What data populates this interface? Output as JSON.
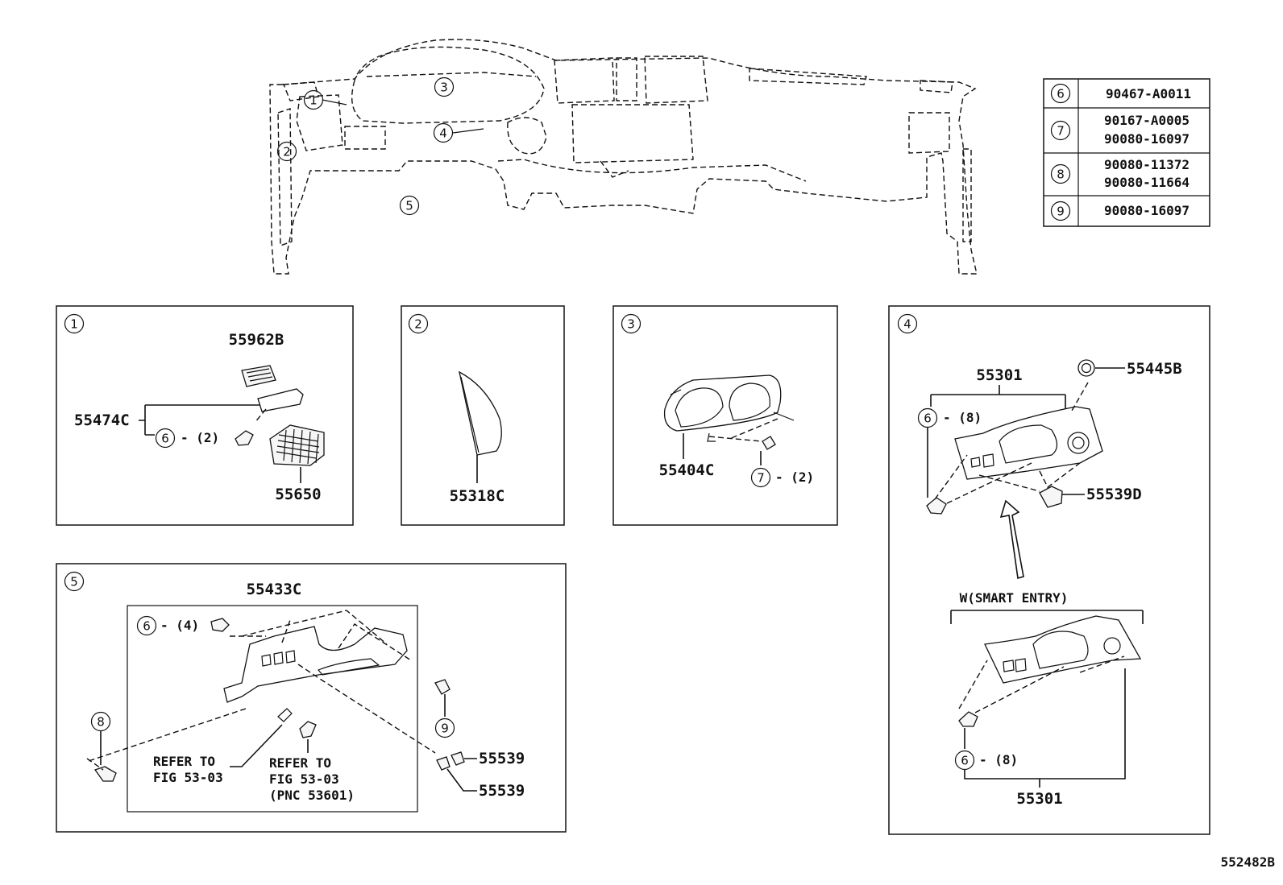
{
  "legend": {
    "rows": [
      {
        "key": "6",
        "codes": [
          "90467-A0011"
        ]
      },
      {
        "key": "7",
        "codes": [
          "90167-A0005",
          "90080-16097"
        ]
      },
      {
        "key": "8",
        "codes": [
          "90080-11372",
          "90080-11664"
        ]
      },
      {
        "key": "9",
        "codes": [
          "90080-16097"
        ]
      }
    ]
  },
  "overview": {
    "markers": [
      "1",
      "2",
      "3",
      "4",
      "5"
    ]
  },
  "panels": {
    "p1": {
      "num": "1",
      "parts": {
        "a": "55962B",
        "b": "55474C",
        "c": "55650"
      },
      "fast": {
        "key": "6",
        "qty": "- (2)"
      }
    },
    "p2": {
      "num": "2",
      "parts": {
        "a": "55318C"
      }
    },
    "p3": {
      "num": "3",
      "parts": {
        "a": "55404C"
      },
      "fast": {
        "key": "7",
        "qty": "- (2)"
      }
    },
    "p4": {
      "num": "4",
      "parts": {
        "a": "55301",
        "b": "55445B",
        "c": "55539D",
        "d": "55301"
      },
      "fast_top": {
        "key": "6",
        "qty": "- (8)"
      },
      "fast_bot": {
        "key": "6",
        "qty": "- (8)"
      },
      "variant": "W(SMART ENTRY)"
    },
    "p5": {
      "num": "5",
      "parts": {
        "a": "55433C",
        "b": "55539",
        "c": "55539"
      },
      "fast_6": {
        "key": "6",
        "qty": "- (4)"
      },
      "fast_8": {
        "key": "8"
      },
      "fast_9": {
        "key": "9"
      },
      "ref1": [
        "REFER TO",
        "FIG 53-03"
      ],
      "ref2": [
        "REFER TO",
        "FIG 53-03",
        "(PNC 53601)"
      ]
    }
  },
  "figure_id": "552482B"
}
